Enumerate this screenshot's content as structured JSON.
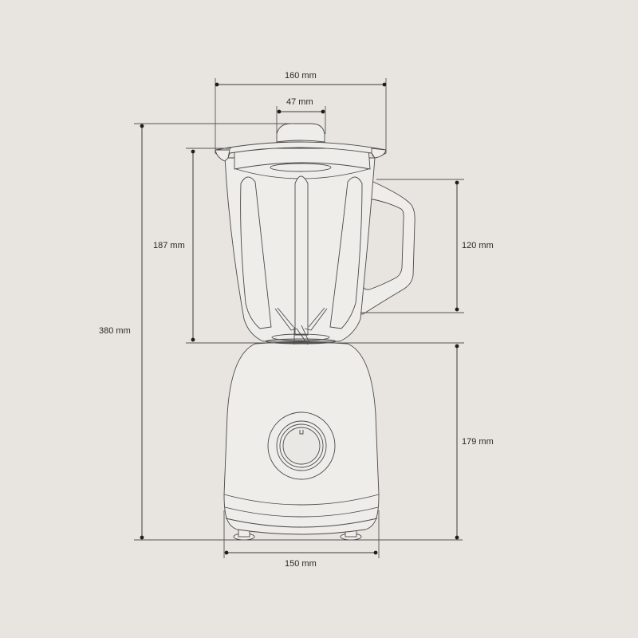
{
  "diagram": {
    "title": "Blender dimensions",
    "subject": "countertop blender",
    "unit": "mm",
    "colors": {
      "background": "#e8e5e0",
      "body_fill": "#efedea",
      "outline": "#4a4a4a",
      "dimension_line": "#3a3a3a",
      "label_text": "#2a2a2a"
    }
  },
  "dimensions": {
    "total_width": {
      "label": "160 mm",
      "value": 160,
      "orientation": "horizontal",
      "measures": "jar lid overall width"
    },
    "lid_cap_width": {
      "label": "47 mm",
      "value": 47,
      "orientation": "horizontal",
      "measures": "lid cap width"
    },
    "jar_height": {
      "label": "187 mm",
      "value": 187,
      "orientation": "vertical",
      "measures": "jar height"
    },
    "total_height": {
      "label": "380 mm",
      "value": 380,
      "orientation": "vertical",
      "measures": "overall height"
    },
    "handle_height": {
      "label": "120 mm",
      "value": 120,
      "orientation": "vertical",
      "measures": "handle height"
    },
    "base_height": {
      "label": "179 mm",
      "value": 179,
      "orientation": "vertical",
      "measures": "motor base height"
    },
    "base_width": {
      "label": "150 mm",
      "value": 150,
      "orientation": "horizontal",
      "measures": "base width"
    }
  },
  "parts": {
    "lid": "lid",
    "lid_cap": "lid-cap",
    "jar": "jar",
    "handle": "handle",
    "blades": "blade-assembly",
    "motor_base": "motor-base",
    "control_knob": "control-knob",
    "feet": "feet"
  }
}
